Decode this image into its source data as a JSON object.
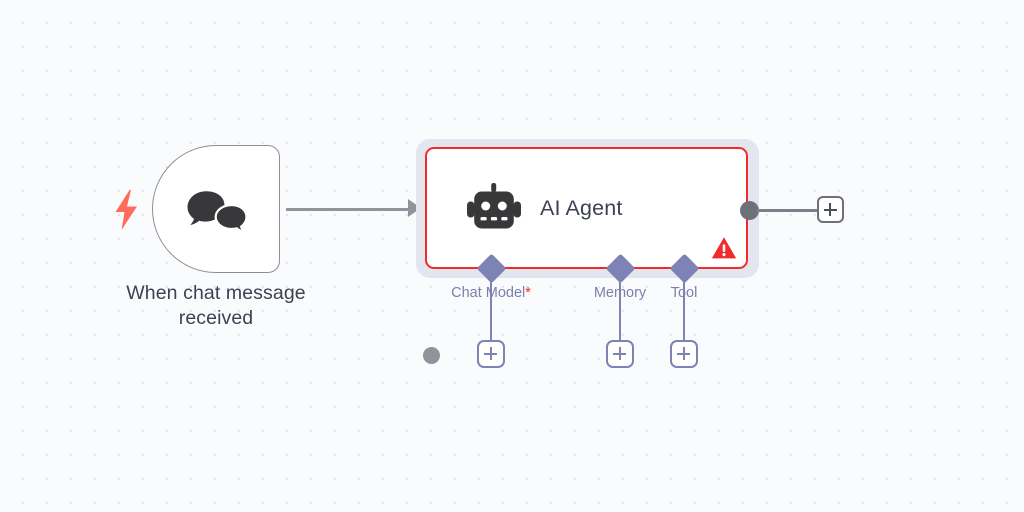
{
  "canvas": {
    "name": "workflow-canvas",
    "background_color": "#fafbfc",
    "dot_color": "#e3e5ec",
    "grid_spacing": 24
  },
  "nodes": [
    {
      "id": "when-chat-message-received",
      "type": "trigger",
      "label": "When chat message received",
      "icon": "chat-bubbles-icon",
      "trigger_icon": "lightning-bolt-icon",
      "icon_color": "#38383a",
      "trigger_icon_color": "#ff6d5a",
      "border_color": "#8e8e94",
      "background_color": "#ffffff",
      "selected": false,
      "has_output": true
    },
    {
      "id": "ai-agent",
      "type": "agent",
      "label": "AI Agent",
      "icon": "robot-icon",
      "icon_color": "#38383a",
      "border_color": "#ef2b2b",
      "background_color": "#ffffff",
      "selected": true,
      "selection_halo_color": "#e4e6ef",
      "has_issue": true,
      "issue_icon": "warning-triangle-icon",
      "issue_icon_color": "#ef2b2b",
      "has_output": true
    }
  ],
  "connections": [
    {
      "id": "trigger-to-agent",
      "from": "when-chat-message-received",
      "to": "ai-agent",
      "color": "#909399",
      "arrow": "arrow-head-icon"
    }
  ],
  "sub_ports": [
    {
      "id": "chat-model",
      "label": "Chat Model",
      "required": true,
      "required_marker": "*",
      "connected": false,
      "add_label": "+",
      "color": "#7b80ad",
      "diamond_color": "#7d83b4"
    },
    {
      "id": "memory",
      "label": "Memory",
      "required": false,
      "required_marker": "",
      "connected": false,
      "add_label": "+",
      "color": "#7b80ad",
      "diamond_color": "#7d83b4"
    },
    {
      "id": "tool",
      "label": "Tool",
      "required": false,
      "required_marker": "",
      "connected": false,
      "add_label": "+",
      "color": "#7b80ad",
      "diamond_color": "#6e7178"
    }
  ],
  "output_add": {
    "id": "agent-output-add",
    "label": "+",
    "color": "#6e7178"
  }
}
